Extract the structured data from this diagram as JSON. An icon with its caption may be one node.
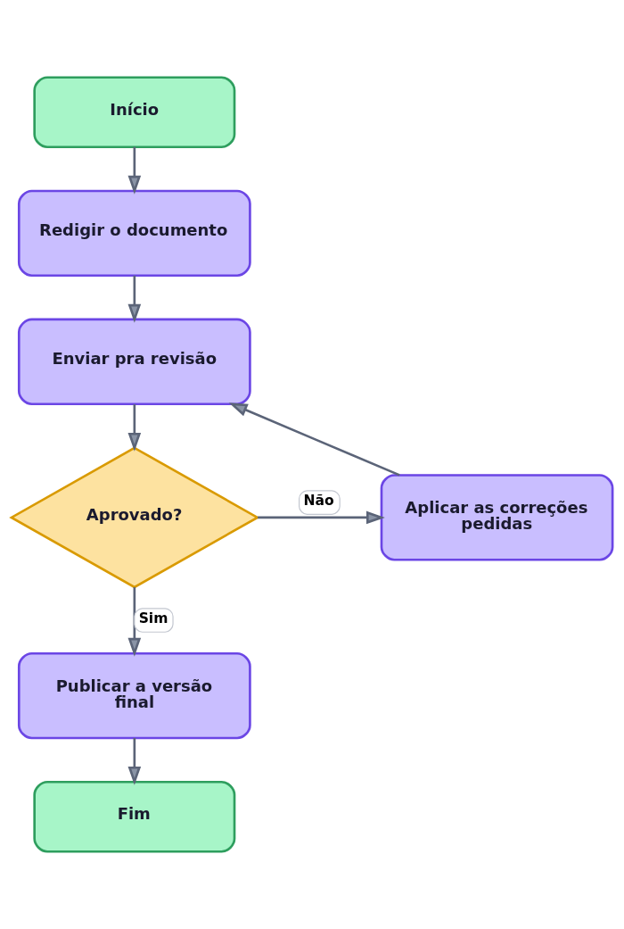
{
  "diagram": {
    "nodes": [
      {
        "text": [
          "Início"
        ]
      },
      {
        "text": [
          "Redigir o documento"
        ]
      },
      {
        "text": [
          "Enviar pra revisão"
        ]
      },
      {
        "text": [
          "Aprovado?"
        ]
      },
      {
        "text": [
          "Aplicar as correções pedidas"
        ]
      },
      {
        "text": [
          "Publicar a versão final"
        ]
      },
      {
        "text": [
          "Fim"
        ]
      }
    ],
    "edges": [
      {
        "from": 0,
        "to": 1,
        "arrow": "to"
      },
      {
        "from": 1,
        "to": 2,
        "arrow": "to"
      },
      {
        "from": 2,
        "to": 3,
        "arrow": "to"
      },
      {
        "from": 3,
        "to": 4,
        "arrow": "to",
        "label": "Não"
      },
      {
        "from": 4,
        "to": 2,
        "arrow": "to"
      },
      {
        "from": 3,
        "to": 5,
        "arrow": "to",
        "label": "Sim"
      },
      {
        "from": 5,
        "to": 6,
        "arrow": "to"
      }
    ]
  }
}
